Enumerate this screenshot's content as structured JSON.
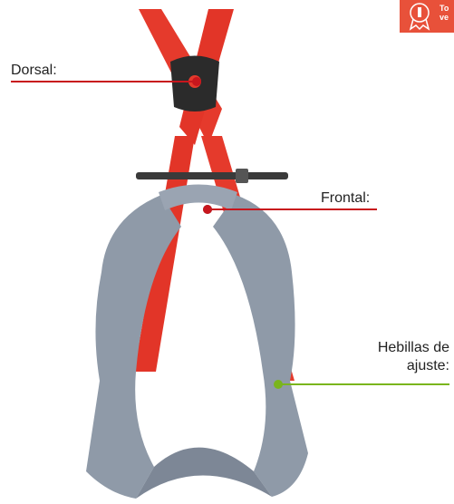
{
  "labels": {
    "dorsal": "Dorsal:",
    "frontal": "Frontal:",
    "hebillas": "Hebillas de ajuste:"
  },
  "badge": {
    "text": "To\nve",
    "icon": "award-ribbon-icon",
    "color": "#e8513a"
  },
  "colors": {
    "strap_red": "#e53a2c",
    "strap_gray": "#8f9aa8",
    "dorsal_line": "#c8161d",
    "frontal_line": "#c8161d",
    "hebillas_line": "#7ab51d"
  }
}
